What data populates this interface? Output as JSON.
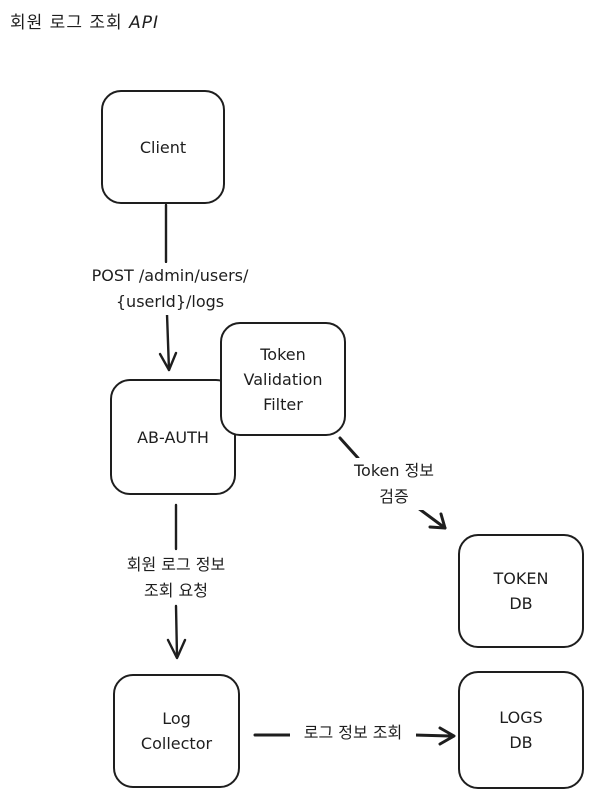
{
  "title": {
    "text": "회원 로그 조회",
    "api": "API"
  },
  "nodes": {
    "client": "Client",
    "ab_auth": "AB-AUTH",
    "token_filter": "Token\nValidation\nFilter",
    "token_db": "TOKEN\nDB",
    "log_collector": "Log\nCollector",
    "logs_db": "LOGS\nDB"
  },
  "edges": {
    "client_to_auth": "POST /admin/users/\n{userId}/logs",
    "filter_to_token_db": "Token 정보\n검증",
    "auth_to_collector": "회원 로그 정보\n조회 요청",
    "collector_to_logs_db": "로그 정보 조회"
  }
}
